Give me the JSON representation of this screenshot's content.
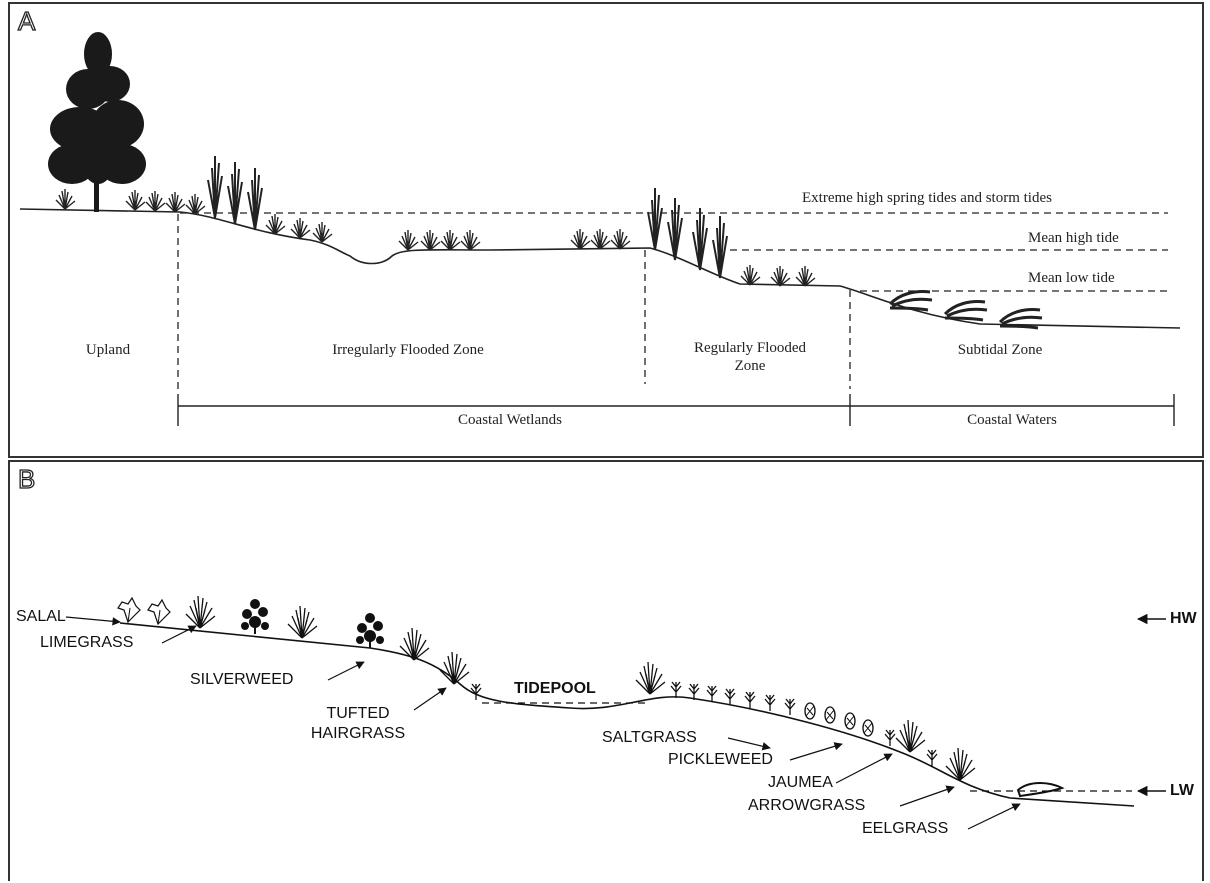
{
  "panel_a": {
    "letter": "A",
    "tide_levels": {
      "extreme": "Extreme high spring tides and storm tides",
      "mean_high": "Mean high tide",
      "mean_low": "Mean low tide"
    },
    "zones": {
      "upland": "Upland",
      "irregular": "Irregularly Flooded Zone",
      "regular_line1": "Regularly Flooded",
      "regular_line2": "Zone",
      "subtidal": "Subtidal Zone"
    },
    "spans": {
      "wetlands": "Coastal Wetlands",
      "waters": "Coastal Waters"
    }
  },
  "panel_b": {
    "letter": "B",
    "tidepool": "TIDEPOOL",
    "hw": "HW",
    "lw": "LW",
    "plants": {
      "salal": "SALAL",
      "limegrass": "LIMEGRASS",
      "silverweed": "SILVERWEED",
      "tufted_line1": "TUFTED",
      "tufted_line2": "HAIRGRASS",
      "saltgrass": "SALTGRASS",
      "pickleweed": "PICKLEWEED",
      "jaumea": "JAUMEA",
      "arrowgrass": "ARROWGRASS",
      "eelgrass": "EELGRASS"
    }
  }
}
